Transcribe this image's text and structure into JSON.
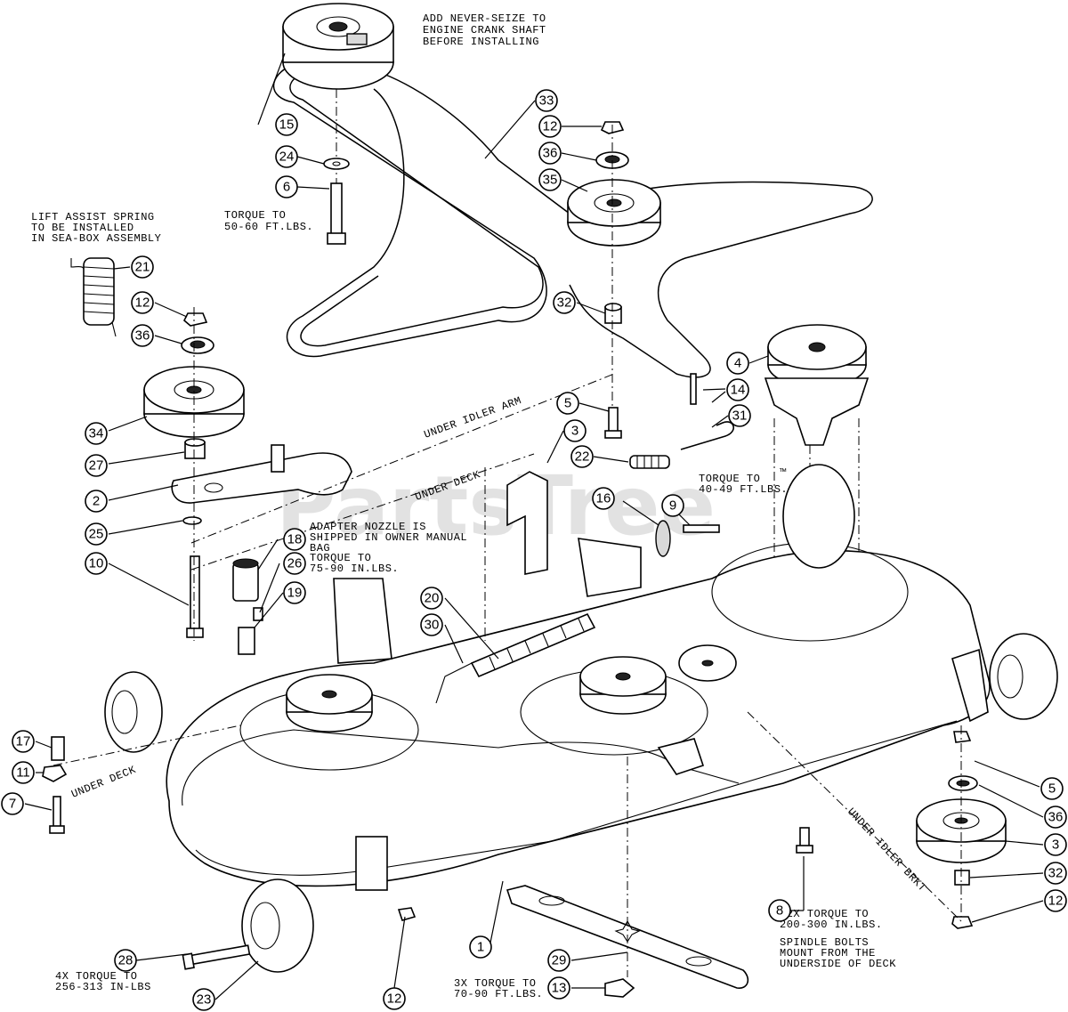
{
  "watermark": "PartsTree",
  "watermark_tm": "™",
  "notes": {
    "never_seize": [
      "ADD NEVER-SEIZE TO",
      "ENGINE CRANK SHAFT",
      "BEFORE INSTALLING"
    ],
    "lift_spring": [
      "LIFT ASSIST SPRING",
      "TO BE INSTALLED",
      "IN SEA-BOX ASSEMBLY"
    ],
    "torque_50_60": [
      "TORQUE TO",
      "50-60 FT.LBS."
    ],
    "torque_40_49": [
      "TORQUE TO",
      "40-49 FT.LBS."
    ],
    "adapter": [
      "ADAPTER NOZZLE IS",
      "SHIPPED IN OWNER MANUAL",
      "BAG"
    ],
    "torque_75_90": [
      "TORQUE TO",
      "75-90 IN.LBS."
    ],
    "under_idler_arm": "UNDER IDLER ARM",
    "under_deck_top": "UNDER DECK",
    "under_deck_left": "UNDER DECK",
    "under_idler_brkt": "UNDER IDLER BRKT",
    "torque_200_300": [
      "12X TORQUE TO",
      "200-300 IN.LBS."
    ],
    "spindle_bolts": [
      "SPINDLE BOLTS",
      "MOUNT FROM THE",
      "UNDERSIDE OF DECK"
    ],
    "torque_256_313": [
      "4X TORQUE TO",
      "256-313 IN-LBS"
    ],
    "torque_70_90": [
      "3X TORQUE TO",
      "70-90 FT.LBS."
    ]
  },
  "callouts": {
    "c15": "15",
    "c24": "24",
    "c6": "6",
    "c33": "33",
    "c12a": "12",
    "c36a": "36",
    "c35": "35",
    "c32a": "32",
    "c21": "21",
    "c12b": "12",
    "c36b": "36",
    "c34": "34",
    "c27": "27",
    "c2": "2",
    "c25": "25",
    "c10": "10",
    "c4": "4",
    "c14": "14",
    "c31": "31",
    "c5a": "5",
    "c3a": "3",
    "c22": "22",
    "c16": "16",
    "c9": "9",
    "c18": "18",
    "c26": "26",
    "c19": "19",
    "c20": "20",
    "c30": "30",
    "c17": "17",
    "c11": "11",
    "c7": "7",
    "c28": "28",
    "c23": "23",
    "c12c": "12",
    "c1": "1",
    "c29": "29",
    "c13": "13",
    "c8": "8",
    "c5b": "5",
    "c36c": "36",
    "c3b": "3",
    "c32b": "32",
    "c12d": "12"
  }
}
